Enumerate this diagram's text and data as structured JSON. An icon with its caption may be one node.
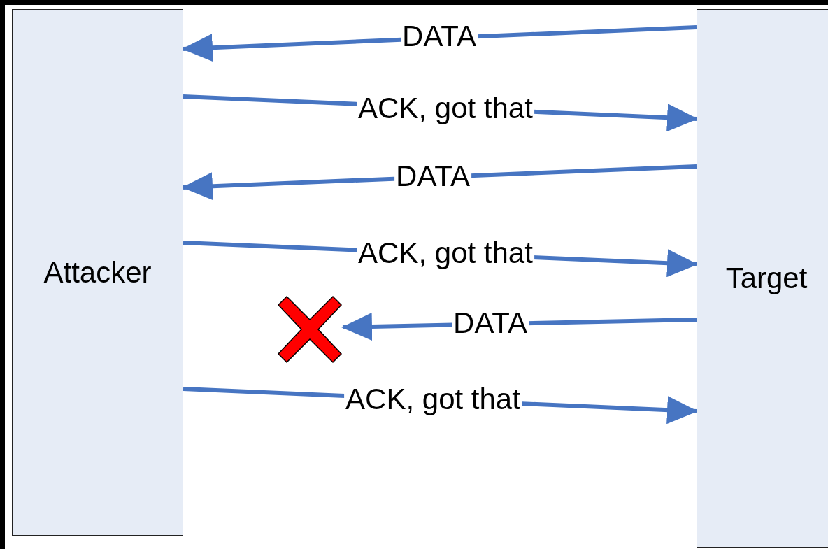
{
  "diagram": {
    "nodes": [
      {
        "text": [
          "Attacker"
        ]
      },
      {
        "text": [
          "Target"
        ]
      },
      {
        "text": [],
        "shape": "cross"
      }
    ],
    "edges": [
      {
        "from": 1,
        "to": 0,
        "arrow": "to",
        "label": "DATA"
      },
      {
        "from": 0,
        "to": 1,
        "arrow": "to",
        "label": "ACK, got that"
      },
      {
        "from": 1,
        "to": 0,
        "arrow": "to",
        "label": "DATA"
      },
      {
        "from": 0,
        "to": 1,
        "arrow": "to",
        "label": "ACK, got that"
      },
      {
        "from": 1,
        "to": 2,
        "arrow": "to",
        "label": "DATA"
      },
      {
        "from": 0,
        "to": 1,
        "arrow": "to",
        "label": "ACK, got that"
      }
    ]
  }
}
